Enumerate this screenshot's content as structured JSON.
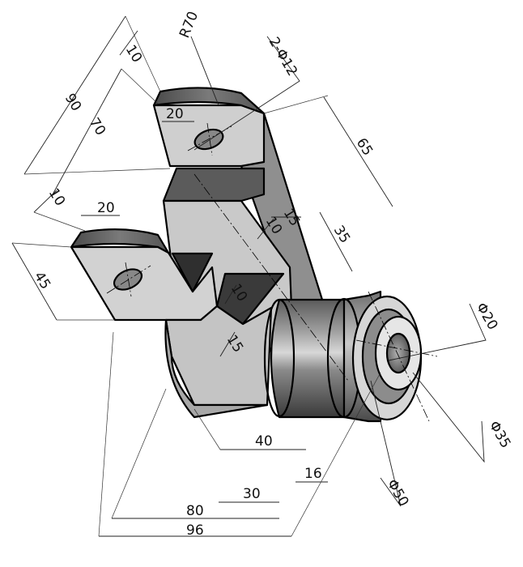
{
  "drawing": {
    "dimensions": {
      "r70": "R70",
      "holes": "2-Φ12",
      "d10_top": "10",
      "d90": "90",
      "d70": "70",
      "d20_top": "20",
      "d10_left": "10",
      "d20_left": "20",
      "d45": "45",
      "d65": "65",
      "d15_upper": "15",
      "d10_mid": "10",
      "d35": "35",
      "d10_low": "10",
      "d15_low": "15",
      "phi20": "Φ20",
      "phi35": "Φ35",
      "phi50": "Φ50",
      "d40": "40",
      "d16": "16",
      "d30": "30",
      "d80": "80",
      "d96": "96"
    }
  }
}
